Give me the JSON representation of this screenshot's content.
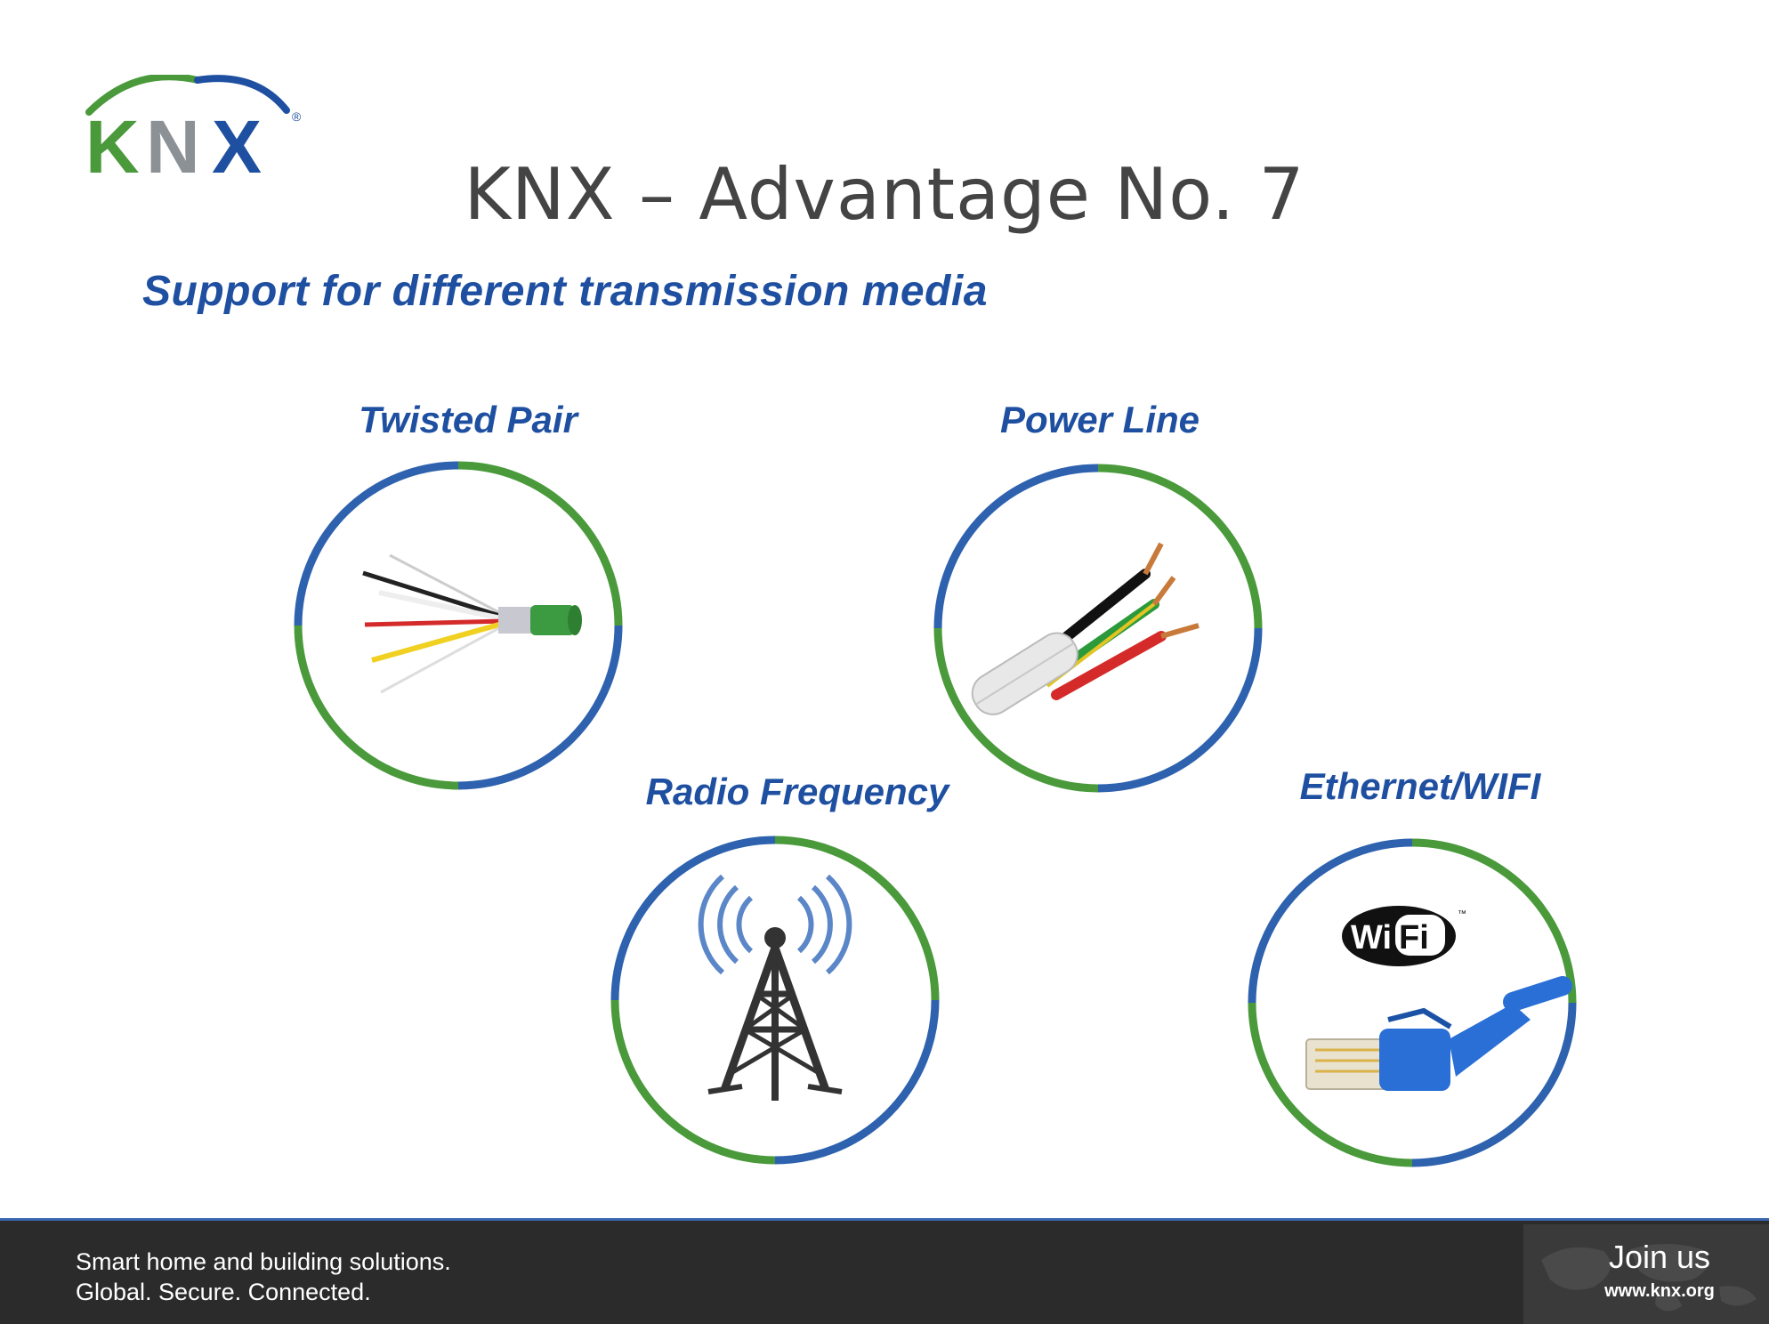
{
  "logo": {
    "text": "KNX",
    "registered": "®",
    "colors": {
      "green": "#4a9a3c",
      "grey": "#8c9196",
      "blue": "#1e4fa0"
    }
  },
  "title": "KNX – Advantage No. 7",
  "subtitle": "Support for different transmission media",
  "media": [
    {
      "label": "Twisted Pair",
      "icon": "twisted-pair-cable-icon"
    },
    {
      "label": "Power Line",
      "icon": "power-line-cable-icon"
    },
    {
      "label": "Radio Frequency",
      "icon": "radio-tower-icon"
    },
    {
      "label": "Ethernet/WIFI",
      "icon": "ethernet-wifi-icon",
      "wifi_text_1": "Wi",
      "wifi_text_2": "Fi",
      "trademark": "™"
    }
  ],
  "footer": {
    "line1": "Smart home and building solutions.",
    "line2": "Global. Secure. Connected.",
    "join": "Join us",
    "url": "www.knx.org"
  },
  "colors": {
    "accent_blue": "#2e62ae",
    "accent_green": "#4a9a3c",
    "footer_bg": "#2b2b2b"
  }
}
